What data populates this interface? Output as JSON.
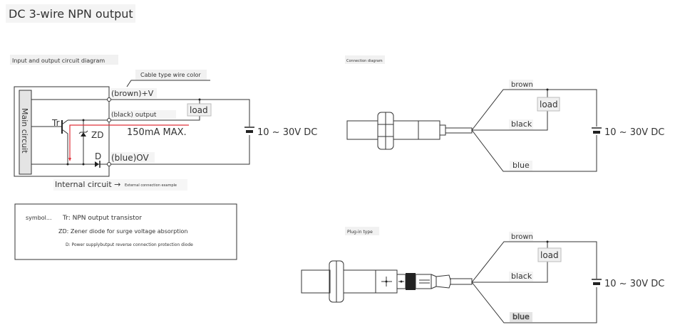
{
  "title": "DC 3-wire NPN output",
  "circuit": {
    "heading": "Input and output circuit diagram",
    "cable_note": "Cable type wire color",
    "main_circuit": "Main circuit",
    "brown": "(brown)+V",
    "black": "(black) output",
    "blue": "(blue)OV",
    "load": "load",
    "tr": "Tr",
    "zd": "ZD",
    "d": "D",
    "current": "150mA MAX.",
    "supply": "10 ~ 30V DC",
    "internal": "Internal circuit →",
    "external": "External connection example",
    "current_color": "#e0303a"
  },
  "symbols": {
    "label": "symbol...",
    "items": [
      "Tr: NPN output transistor",
      "ZD: Zener diode for surge voltage absorption",
      "D: Power supplybutput reverse connection protection diode"
    ]
  },
  "connection": {
    "heading": "Connection diagram",
    "brown": "brown",
    "black": "black",
    "blue": "blue",
    "load": "load",
    "supply": "10 ~ 30V DC"
  },
  "plugin": {
    "heading": "Plug-in type",
    "brown": "brown",
    "black": "black",
    "blue": "blue",
    "load": "load",
    "supply": "10 ~ 30V DC"
  }
}
